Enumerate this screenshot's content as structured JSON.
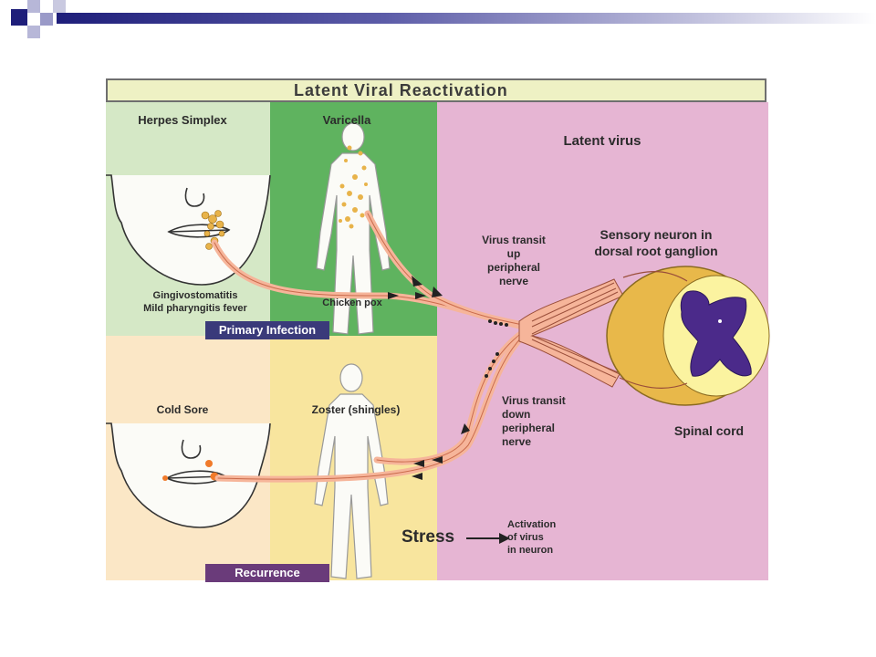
{
  "title": "Latent Viral Reactivation",
  "quadrants": {
    "herpes_simplex": "Herpes Simplex",
    "varicella": "Varicella",
    "latent_virus": "Latent virus",
    "cold_sore": "Cold Sore",
    "zoster": "Zoster (shingles)"
  },
  "labels": {
    "gingivostomatitis": "Gingivostomatitis",
    "mild_fever": "Mild pharyngitis fever",
    "chicken_pox": "Chicken pox",
    "transit_up": [
      "Virus transit",
      "up",
      "peripheral",
      "nerve"
    ],
    "transit_down": [
      "Virus transit",
      "down",
      "peripheral",
      "nerve"
    ],
    "sensory_neuron": [
      "Sensory neuron in",
      "dorsal root ganglion"
    ],
    "spinal_cord": "Spinal cord",
    "stress": "Stress",
    "activation": [
      "Activation",
      "of virus",
      "in neuron"
    ]
  },
  "badges": {
    "primary": "Primary Infection",
    "recurrence": "Recurrence"
  },
  "colors": {
    "primary_green_light": "#d5e8c6",
    "primary_green": "#5fb35f",
    "recurrence_peach": "#fbe7c6",
    "recurrence_yellow": "#f8e59e",
    "latent_pink": "#e6b5d3",
    "badge_navy": "#3a3a7a",
    "badge_purple": "#6a3b7a",
    "nerve": "#f6b59a"
  }
}
